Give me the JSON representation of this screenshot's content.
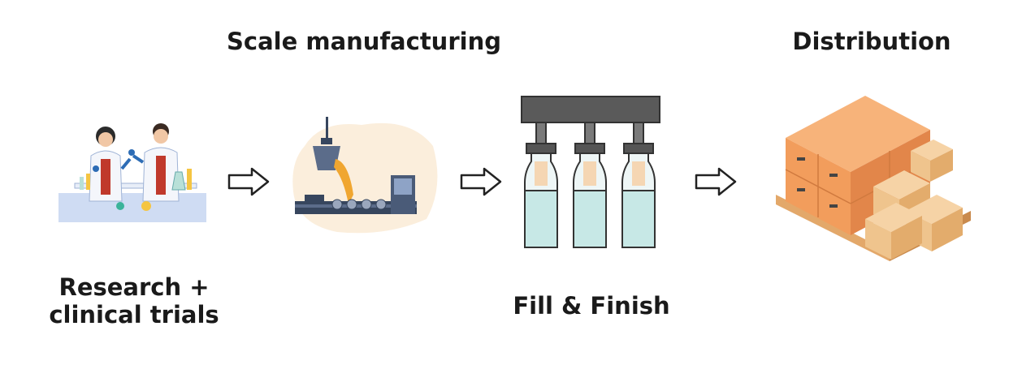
{
  "steps": [
    {
      "label_lines": [
        "Research +",
        "clinical trials"
      ],
      "icon": "scientists-lab-icon"
    },
    {
      "label_lines": [
        "Scale manufacturing"
      ],
      "icon": "factory-machine-icon"
    },
    {
      "label_lines": [
        "Fill & Finish"
      ],
      "icon": "bottle-filling-icon"
    },
    {
      "label_lines": [
        "Distribution"
      ],
      "icon": "boxes-pallet-icon"
    }
  ],
  "connectors": [
    "arrow-right-icon",
    "arrow-right-icon",
    "arrow-right-icon"
  ]
}
